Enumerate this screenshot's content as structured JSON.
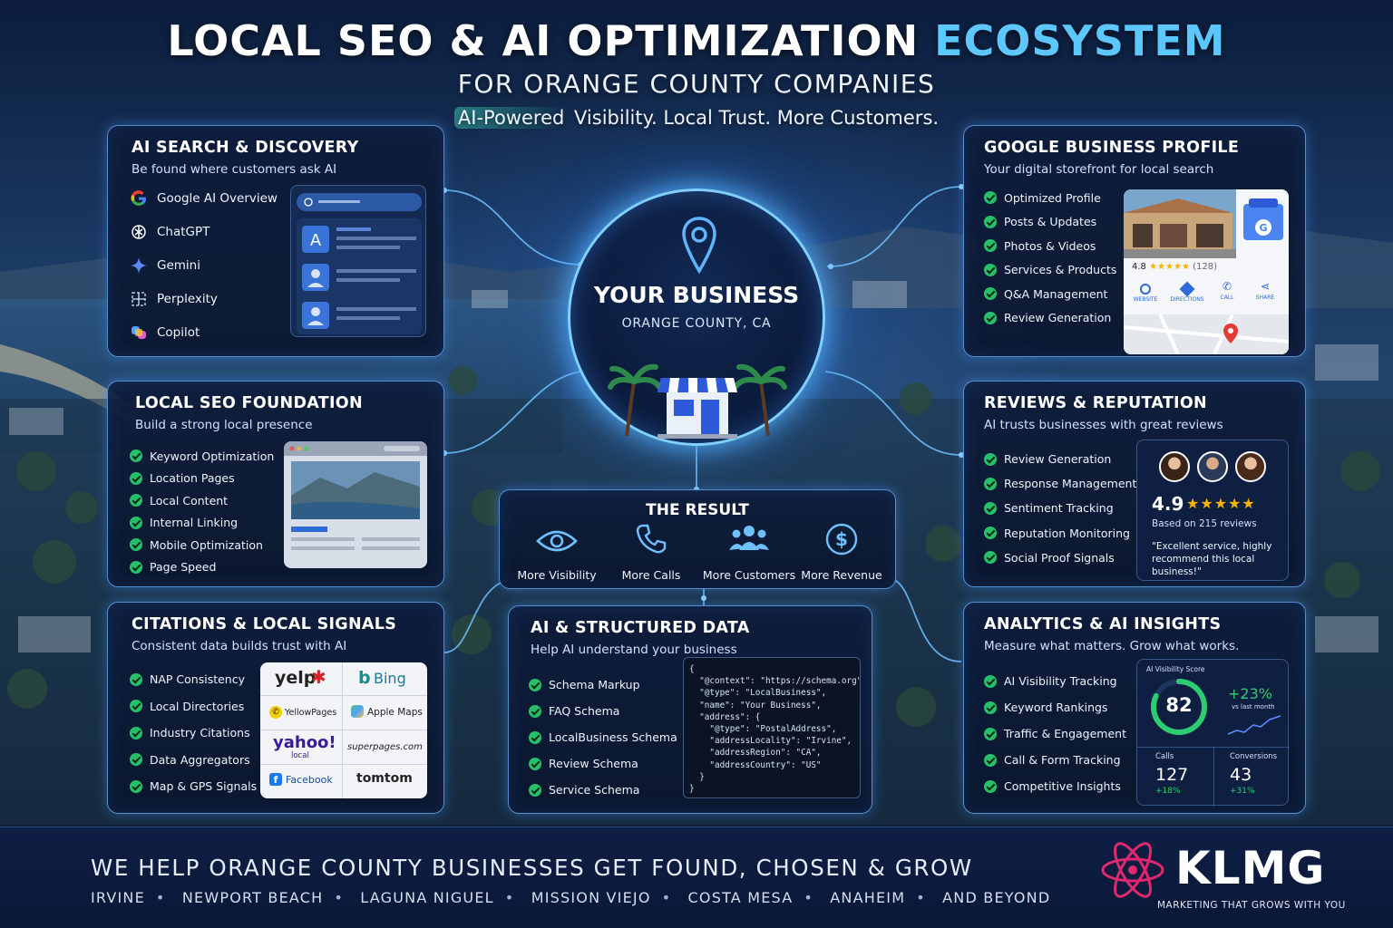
{
  "header": {
    "title_main": "LOCAL SEO & AI OPTIMIZATION",
    "title_accent": "ECOSYSTEM",
    "subtitle": "FOR ORANGE COUNTY COMPANIES",
    "tagline_highlight": "AI-Powered",
    "tagline_rest": " Visibility. Local Trust. More Customers."
  },
  "ai_search": {
    "title": "AI SEARCH & DISCOVERY",
    "subtitle": "Be found where customers ask AI",
    "items": [
      {
        "label": "Google AI Overview",
        "icon": "google-icon"
      },
      {
        "label": "ChatGPT",
        "icon": "chatgpt-icon"
      },
      {
        "label": "Gemini",
        "icon": "gemini-icon"
      },
      {
        "label": "Perplexity",
        "icon": "perplexity-icon"
      },
      {
        "label": "Copilot",
        "icon": "copilot-icon"
      }
    ]
  },
  "local_seo": {
    "title": "LOCAL SEO FOUNDATION",
    "subtitle": "Build a strong local presence",
    "items": [
      "Keyword Optimization",
      "Location Pages",
      "Local Content",
      "Internal Linking",
      "Mobile Optimization",
      "Page Speed"
    ]
  },
  "citations": {
    "title": "CITATIONS & LOCAL SIGNALS",
    "subtitle": "Consistent data builds trust with AI",
    "items": [
      "NAP Consistency",
      "Local Directories",
      "Industry Citations",
      "Data Aggregators",
      "Map & GPS Signals"
    ],
    "logos": [
      "yelp",
      "Bing",
      "YellowPages",
      "Apple Maps",
      "yahoo!",
      "local",
      "superpages.com",
      "Facebook",
      "tomtom"
    ]
  },
  "hub": {
    "title": "YOUR BUSINESS",
    "subtitle": "ORANGE COUNTY, CA"
  },
  "result": {
    "title": "THE RESULT",
    "items": [
      {
        "label": "More Visibility",
        "icon": "eye-icon"
      },
      {
        "label": "More Calls",
        "icon": "phone-icon"
      },
      {
        "label": "More Customers",
        "icon": "users-icon"
      },
      {
        "label": "More Revenue",
        "icon": "dollar-icon"
      }
    ]
  },
  "structured": {
    "title": "AI & STRUCTURED DATA",
    "subtitle": "Help AI understand your business",
    "items": [
      "Schema Markup",
      "FAQ Schema",
      "LocalBusiness Schema",
      "Review Schema",
      "Service Schema"
    ],
    "code": "{\n  \"@context\": \"https://schema.org\",\n  \"@type\": \"LocalBusiness\",\n  \"name\": \"Your Business\",\n  \"address\": {\n    \"@type\": \"PostalAddress\",\n    \"addressLocality\": \"Irvine\",\n    \"addressRegion\": \"CA\",\n    \"addressCountry\": \"US\"\n  }\n}"
  },
  "gbp": {
    "title": "GOOGLE BUSINESS PROFILE",
    "subtitle": "Your digital storefront for local search",
    "items": [
      "Optimized Profile",
      "Posts & Updates",
      "Photos & Videos",
      "Services & Products",
      "Q&A Management",
      "Review Generation"
    ],
    "rating": "4.8",
    "stars": "★★★★★",
    "count": "(128)",
    "actions": [
      "WEBSITE",
      "DIRECTIONS",
      "CALL",
      "SHARE"
    ]
  },
  "reviews": {
    "title": "REVIEWS & REPUTATION",
    "subtitle": "AI trusts businesses with great reviews",
    "items": [
      "Review Generation",
      "Response Management",
      "Sentiment Tracking",
      "Reputation Monitoring",
      "Social Proof Signals"
    ],
    "rating": "4.9",
    "stars": "★★★★★",
    "based_on": "Based on 215 reviews",
    "quote": "\"Excellent service, highly recommend this local business!\""
  },
  "analytics": {
    "title": "ANALYTICS & AI INSIGHTS",
    "subtitle": "Measure what matters. Grow what works.",
    "items": [
      "AI Visibility Tracking",
      "Keyword Rankings",
      "Traffic & Engagement",
      "Call & Form Tracking",
      "Competitive Insights"
    ],
    "score_label": "AI Visibility Score",
    "score": 82,
    "score_text": "82",
    "change": "+23%",
    "change_label": "vs last month",
    "calls_label": "Calls",
    "calls": "127",
    "calls_change": "+18%",
    "conv_label": "Conversions",
    "conv": "43",
    "conv_change": "+31%"
  },
  "footer": {
    "title": "WE HELP ORANGE COUNTY BUSINESSES GET FOUND, CHOSEN & GROW",
    "cities": [
      "IRVINE",
      "NEWPORT BEACH",
      "LAGUNA NIGUEL",
      "MISSION VIEJO",
      "COSTA MESA",
      "ANAHEIM",
      "AND BEYOND"
    ],
    "cities_sep": "•",
    "brand": "KLMG",
    "brand_tag": "MARKETING THAT GROWS WITH YOU"
  },
  "colors": {
    "accent": "#5cc8ff",
    "check": "#27c06a",
    "border": "#6eb4ff",
    "star": "#f5b400"
  }
}
